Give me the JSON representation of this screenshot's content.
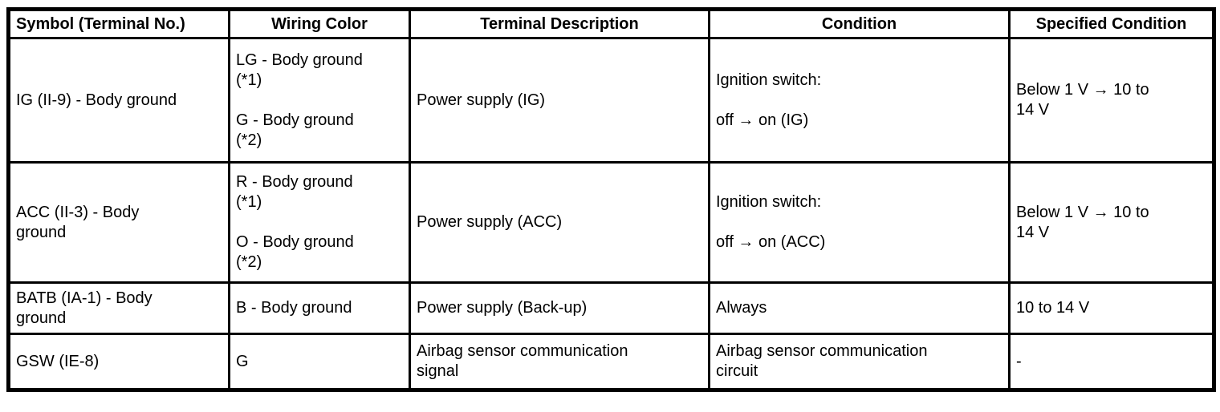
{
  "table": {
    "columns": [
      {
        "label": "Symbol (Terminal No.)"
      },
      {
        "label": "Wiring Color"
      },
      {
        "label": "Terminal Description"
      },
      {
        "label": "Condition"
      },
      {
        "label": "Specified Condition"
      }
    ],
    "rows": [
      {
        "symbol": [
          "IG (II-9) - Body ground"
        ],
        "wiring_color": [
          "LG - Body ground",
          "(*1)",
          "",
          "G - Body ground",
          "(*2)"
        ],
        "terminal_description": [
          "Power supply (IG)"
        ],
        "condition": [
          "Ignition switch:",
          "",
          "off → on (IG)"
        ],
        "specified_condition": [
          "Below 1 V → 10 to",
          "14 V"
        ]
      },
      {
        "symbol": [
          "ACC (II-3) - Body",
          "ground"
        ],
        "wiring_color": [
          "R - Body ground",
          "(*1)",
          "",
          "O - Body ground",
          "(*2)"
        ],
        "terminal_description": [
          "Power supply (ACC)"
        ],
        "condition": [
          "Ignition switch:",
          "",
          "off → on (ACC)"
        ],
        "specified_condition": [
          "Below 1 V → 10 to",
          "14 V"
        ]
      },
      {
        "symbol": [
          "BATB (IA-1) - Body",
          "ground"
        ],
        "wiring_color": [
          "B - Body ground"
        ],
        "terminal_description": [
          "Power supply (Back-up)"
        ],
        "condition": [
          "Always"
        ],
        "specified_condition": [
          "10 to 14 V"
        ]
      },
      {
        "symbol": [
          "GSW (IE-8)"
        ],
        "wiring_color": [
          "G"
        ],
        "terminal_description": [
          "Airbag sensor communication",
          "signal"
        ],
        "condition": [
          "Airbag sensor communication",
          "circuit"
        ],
        "specified_condition": [
          "-"
        ]
      }
    ],
    "border_color": "#000000",
    "background_color": "#ffffff",
    "text_color": "#000000"
  }
}
